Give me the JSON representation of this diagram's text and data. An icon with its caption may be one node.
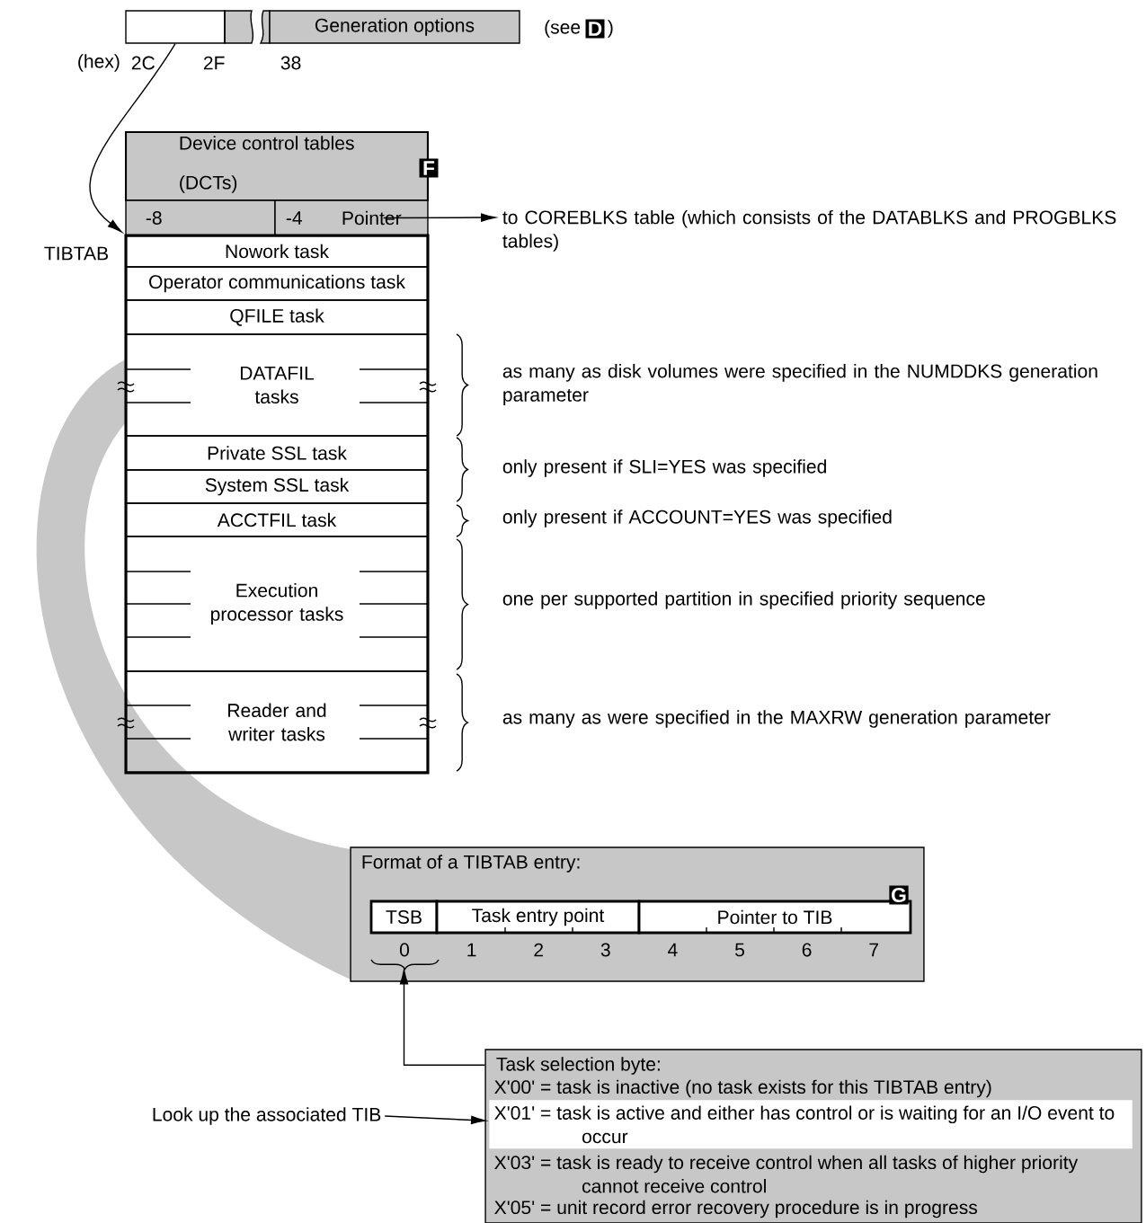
{
  "diagram": {
    "nodes": [
      {
        "text": [],
        "shape": "box"
      },
      {
        "text": [
          "Generation options"
        ]
      },
      {
        "text": [
          "Device control tables (DCTs)"
        ]
      },
      {
        "text": [
          "-8"
        ]
      },
      {
        "text": [
          "-4",
          "Pointer"
        ]
      },
      {
        "text": [
          "to COREBLKS table (which consists of the DATABLKS and PROGBLKS tables)"
        ]
      },
      {
        "text": [
          "TIBTAB"
        ]
      },
      {
        "text": [
          "Nowork task"
        ],
        "in": 6
      },
      {
        "text": [
          "Operator communications task"
        ],
        "in": 6
      },
      {
        "text": [
          "QFILE task"
        ],
        "in": 6
      },
      {
        "text": [
          "DATAFIL tasks"
        ],
        "in": 6
      },
      {
        "text": [
          "Private SSL task"
        ],
        "in": 6
      },
      {
        "text": [
          "System SSL task"
        ],
        "in": 6
      },
      {
        "text": [
          "ACCTFIL task"
        ],
        "in": 6
      },
      {
        "text": [
          "Execution processor tasks"
        ],
        "in": 6
      },
      {
        "text": [
          "Reader and writer tasks"
        ],
        "in": 6
      },
      {
        "text": [
          "Format of a TIBTAB entry:"
        ]
      },
      {
        "text": [
          "TSB"
        ],
        "in": 16
      },
      {
        "text": [
          "Task entry point"
        ],
        "in": 16
      },
      {
        "text": [
          "Pointer to TIB"
        ],
        "in": 16
      },
      {
        "text": [
          "Task selection byte:"
        ]
      },
      {
        "text": [
          "X'00' = task is inactive (no task exists for this TIBTAB entry)"
        ],
        "in": 20
      },
      {
        "text": [
          "X'01' = task is active and either has control or is waiting for an I/O event to occur"
        ],
        "in": 20
      },
      {
        "text": [
          "X'03' = task is ready to receive control when all tasks of higher priority cannot receive control"
        ],
        "in": 20
      },
      {
        "text": [
          "X'05' = unit record error recovery procedure is in progress"
        ],
        "in": 20
      },
      {
        "text": [
          "Look up the associated TIB"
        ]
      }
    ],
    "edges": [
      {
        "from": 0,
        "to": 6,
        "arrow": "to"
      },
      {
        "from": 4,
        "to": 5,
        "arrow": "to"
      },
      {
        "from": 20,
        "to": 17,
        "arrow": "to"
      },
      {
        "from": 25,
        "to": 22,
        "arrow": "to"
      }
    ],
    "labels": [
      "(see",
      "D",
      ")",
      "(hex)",
      "2C",
      "2F",
      "38",
      "F",
      "as many as disk volumes were specified in the NUMDDKS generation parameter",
      "only present if SLI=YES was specified",
      "only present if ACCOUNT=YES was specified",
      "one per supported partition in specified priority sequence",
      "as many as were specified in the MAXRW generation parameter",
      "G",
      "0",
      "1",
      "2",
      "3",
      "4",
      "5",
      "6",
      "7"
    ]
  }
}
